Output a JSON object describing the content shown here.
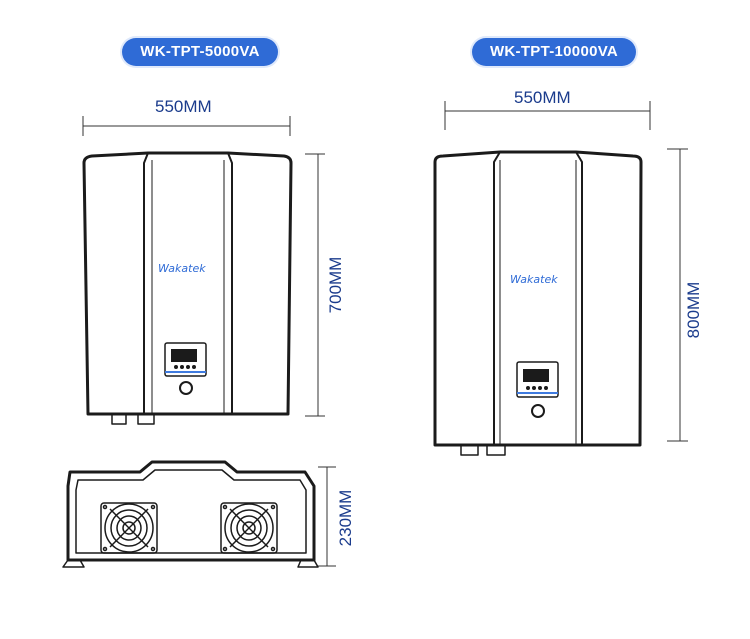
{
  "models": [
    {
      "name": "WK-TPT-5000VA",
      "width_label": "550MM",
      "height_label": "700MM",
      "depth_label": "230MM",
      "brand": "Wakatek"
    },
    {
      "name": "WK-TPT-10000VA",
      "width_label": "550MM",
      "height_label": "800MM",
      "brand": "Wakatek"
    }
  ],
  "colors": {
    "badge": "#2f6bd6",
    "dimension_text": "#1a3b8c",
    "outline": "#1b1b1b",
    "panel_accent": "#3f7be0"
  }
}
